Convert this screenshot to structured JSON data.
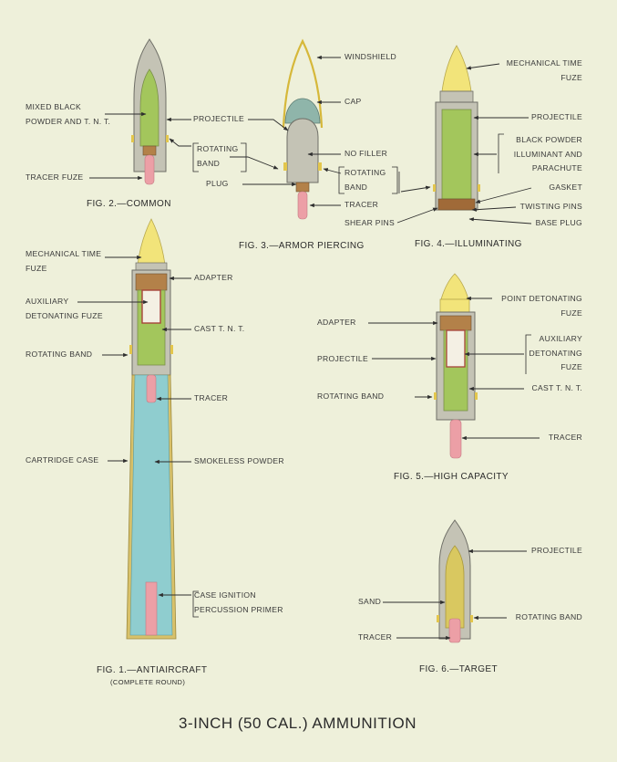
{
  "title": "3-INCH (50 CAL.) AMMUNITION",
  "figures": {
    "fig1": {
      "caption": "FIG. 1.—ANTIAIRCRAFT",
      "subcaption": "(COMPLETE ROUND)"
    },
    "fig2": {
      "caption": "FIG. 2.—COMMON"
    },
    "fig3": {
      "caption": "FIG. 3.—ARMOR PIERCING"
    },
    "fig4": {
      "caption": "FIG. 4.—ILLUMINATING"
    },
    "fig5": {
      "caption": "FIG. 5.—HIGH CAPACITY"
    },
    "fig6": {
      "caption": "FIG. 6.—TARGET"
    }
  },
  "labels": {
    "fig2_filler": "MIXED BLACK\nPOWDER AND T. N. T.",
    "fig2_tracer_fuze": "TRACER FUZE",
    "projectile_shared": "PROJECTILE",
    "rotating_band_shared": "ROTATING\nBAND",
    "plug_shared": "PLUG",
    "fig3_windshield": "WINDSHIELD",
    "fig3_cap": "CAP",
    "fig3_no_filler": "NO FILLER",
    "fig3_rotating_band": "ROTATING\nBAND",
    "fig3_tracer": "TRACER",
    "fig3_shear_pins": "SHEAR PINS",
    "fig4_fuze": "MECHANICAL TIME\nFUZE",
    "fig4_projectile": "PROJECTILE",
    "fig4_filler": "BLACK POWDER\nILLUMINANT AND\nPARACHUTE",
    "fig4_gasket": "GASKET",
    "fig4_twisting_pins": "TWISTING PINS",
    "fig4_base_plug": "BASE PLUG",
    "fig1_fuze": "MECHANICAL TIME\nFUZE",
    "fig1_adapter": "ADAPTER",
    "fig1_aux_fuze": "AUXILIARY\nDETONATING FUZE",
    "fig1_cast_tnt": "CAST T. N. T.",
    "fig1_rotating_band": "ROTATING BAND",
    "fig1_tracer": "TRACER",
    "fig1_cartridge_case": "CARTRIDGE CASE",
    "fig1_powder": "SMOKELESS POWDER",
    "fig1_primer": "CASE IGNITION\nPERCUSSION PRIMER",
    "fig5_point_fuze": "POINT DETONATING\nFUZE",
    "fig5_adapter": "ADAPTER",
    "fig5_aux_fuze": "AUXILIARY\nDETONATING\nFUZE",
    "fig5_projectile": "PROJECTILE",
    "fig5_cast_tnt": "CAST T. N. T.",
    "fig5_rotating_band": "ROTATING BAND",
    "fig5_tracer": "TRACER",
    "fig6_projectile": "PROJECTILE",
    "fig6_sand": "SAND",
    "fig6_rotating_band": "ROTATING BAND",
    "fig6_tracer": "TRACER"
  },
  "colors": {
    "background": "#eef0da",
    "shell_gray": "#c4c3b5",
    "tnt_green": "#a3c65c",
    "fuze_yellow": "#f2e47a",
    "tracer_pink": "#ec9fa6",
    "powder_blue": "#8fcdcf",
    "brass": "#d8c16a",
    "copper": "#b38149",
    "sand": "#d9c860",
    "cap_teal": "#8fb5aa",
    "line": "#2e2e2e"
  }
}
